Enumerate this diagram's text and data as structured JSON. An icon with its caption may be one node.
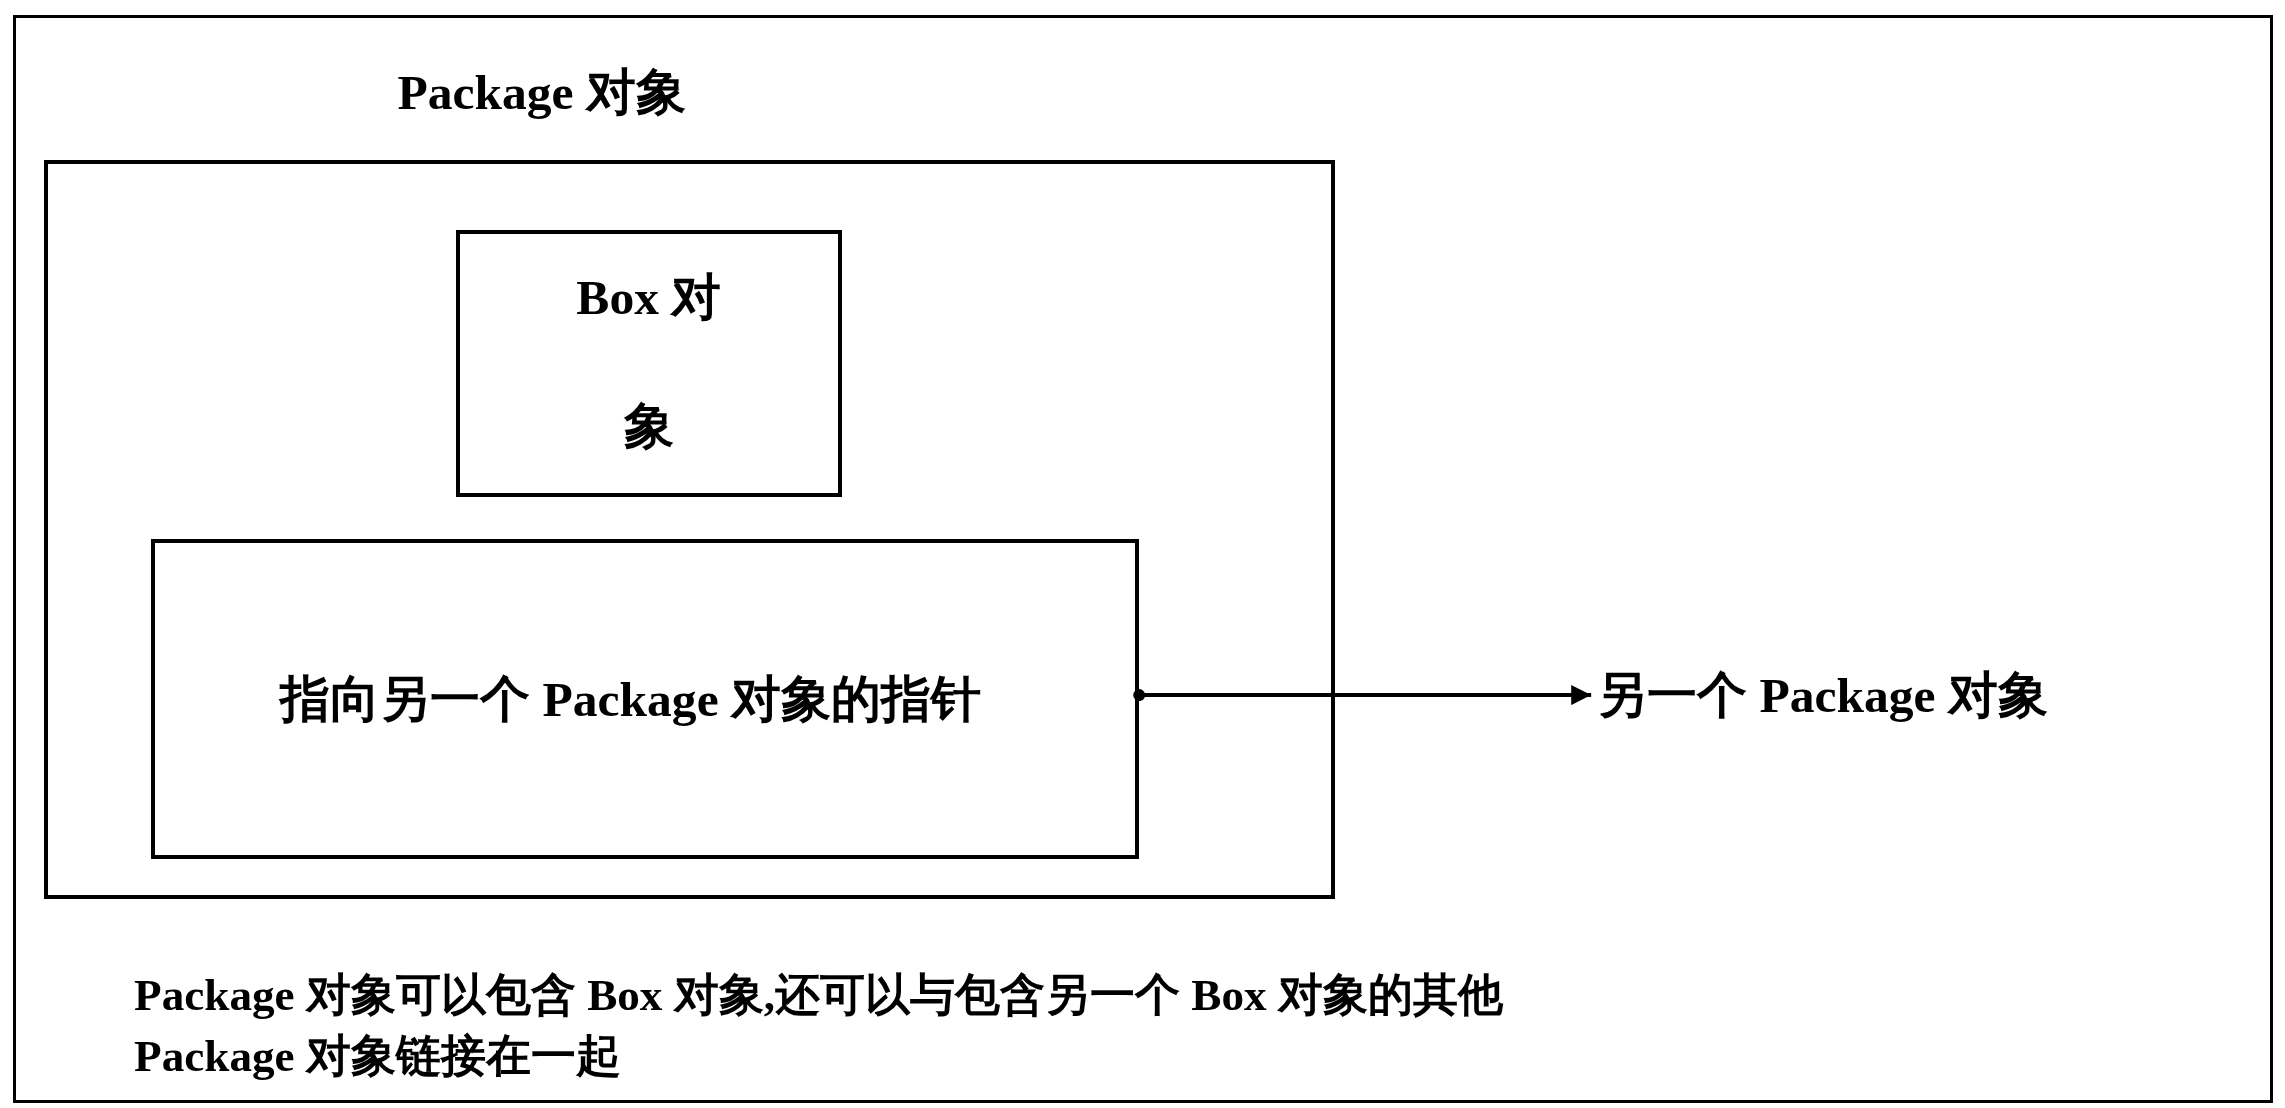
{
  "diagram": {
    "caption": "Package 对象可以包含 Box 对象,还可以与包含另一个 Box 对象的其他 Package 对象链接在一起",
    "nodes": [
      {
        "text": [
          "Package 对象"
        ]
      },
      {
        "text": [
          "Box 对象"
        ],
        "in": 0
      },
      {
        "text": [
          "指向另一个 Package 对象的指针"
        ],
        "in": 0
      },
      {
        "text": [
          "另一个 Package 对象"
        ]
      }
    ],
    "edges": [
      {
        "from": 2,
        "to": 3,
        "arrow": "to"
      }
    ]
  }
}
